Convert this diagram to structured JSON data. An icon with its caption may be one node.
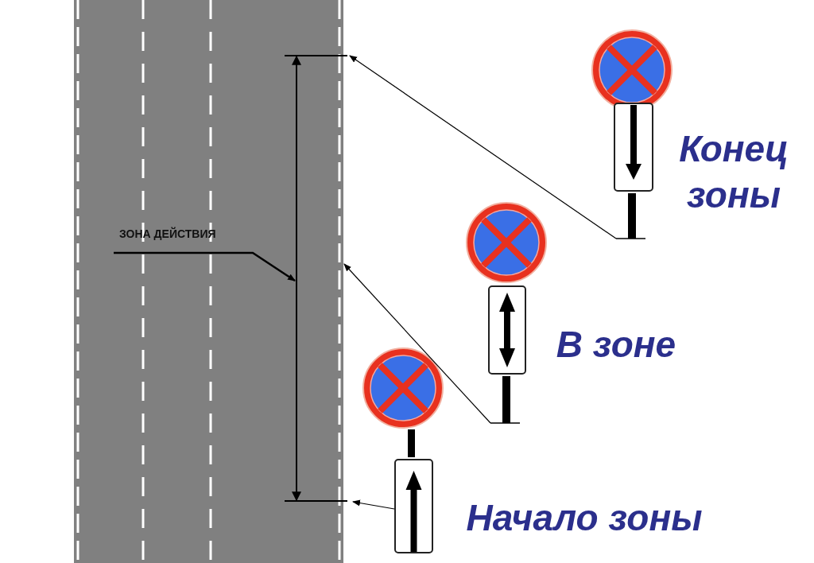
{
  "diagram": {
    "nodes": [
      {
        "text": [],
        "shape": "sign",
        "beside": [
          "Конец зоны"
        ]
      },
      {
        "text": [],
        "shape": "sign",
        "beside": [
          "В зоне"
        ]
      },
      {
        "text": [],
        "shape": "sign",
        "beside": [
          "Начало зоны"
        ]
      },
      {
        "text": [
          "ЗОНА ДЕЙСТВИЯ"
        ]
      }
    ],
    "edges": [
      {
        "from": 0,
        "to": null,
        "arrow": "to"
      },
      {
        "from": 1,
        "to": null,
        "arrow": "to"
      },
      {
        "from": 2,
        "to": null,
        "arrow": "to"
      },
      {
        "from": 3,
        "to": null,
        "arrow": "to"
      }
    ]
  }
}
